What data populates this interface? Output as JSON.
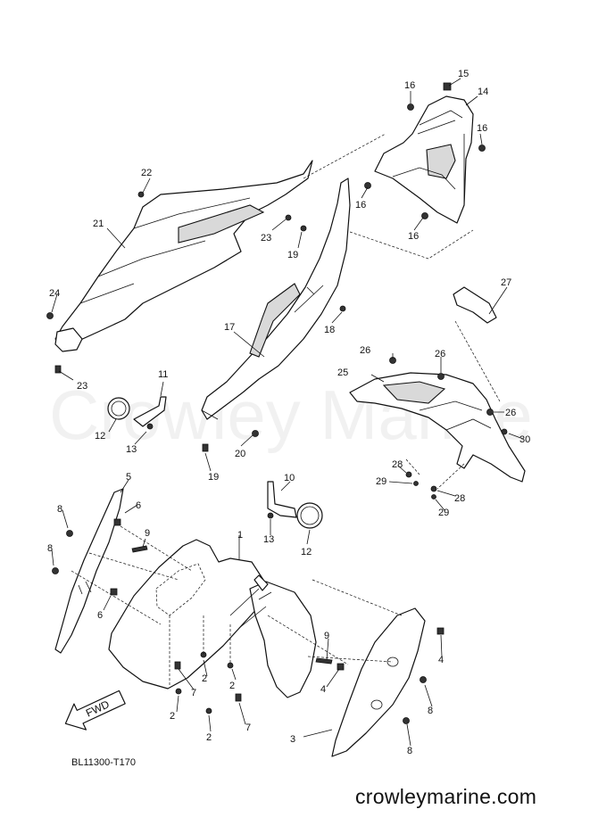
{
  "diagram_code": "BL11300-T170",
  "brand_url": "crowleymarine.com",
  "watermark_text": "Crowley Marine",
  "fwd_label": "FWD",
  "callouts": [
    {
      "id": "c1",
      "label": "1"
    },
    {
      "id": "c2a",
      "label": "2"
    },
    {
      "id": "c2b",
      "label": "2"
    },
    {
      "id": "c2c",
      "label": "2"
    },
    {
      "id": "c2d",
      "label": "2"
    },
    {
      "id": "c3",
      "label": "3"
    },
    {
      "id": "c4a",
      "label": "4"
    },
    {
      "id": "c4b",
      "label": "4"
    },
    {
      "id": "c5",
      "label": "5"
    },
    {
      "id": "c6a",
      "label": "6"
    },
    {
      "id": "c6b",
      "label": "6"
    },
    {
      "id": "c7a",
      "label": "7"
    },
    {
      "id": "c7b",
      "label": "7"
    },
    {
      "id": "c8a",
      "label": "8"
    },
    {
      "id": "c8b",
      "label": "8"
    },
    {
      "id": "c8c",
      "label": "8"
    },
    {
      "id": "c8d",
      "label": "8"
    },
    {
      "id": "c9a",
      "label": "9"
    },
    {
      "id": "c9b",
      "label": "9"
    },
    {
      "id": "c10",
      "label": "10"
    },
    {
      "id": "c11",
      "label": "11"
    },
    {
      "id": "c12a",
      "label": "12"
    },
    {
      "id": "c12b",
      "label": "12"
    },
    {
      "id": "c13a",
      "label": "13"
    },
    {
      "id": "c13b",
      "label": "13"
    },
    {
      "id": "c14",
      "label": "14"
    },
    {
      "id": "c15",
      "label": "15"
    },
    {
      "id": "c16a",
      "label": "16"
    },
    {
      "id": "c16b",
      "label": "16"
    },
    {
      "id": "c16c",
      "label": "16"
    },
    {
      "id": "c16d",
      "label": "16"
    },
    {
      "id": "c17",
      "label": "17"
    },
    {
      "id": "c18",
      "label": "18"
    },
    {
      "id": "c19a",
      "label": "19"
    },
    {
      "id": "c19b",
      "label": "19"
    },
    {
      "id": "c20",
      "label": "20"
    },
    {
      "id": "c21",
      "label": "21"
    },
    {
      "id": "c22",
      "label": "22"
    },
    {
      "id": "c23a",
      "label": "23"
    },
    {
      "id": "c23b",
      "label": "23"
    },
    {
      "id": "c24",
      "label": "24"
    },
    {
      "id": "c25",
      "label": "25"
    },
    {
      "id": "c26a",
      "label": "26"
    },
    {
      "id": "c26b",
      "label": "26"
    },
    {
      "id": "c26c",
      "label": "26"
    },
    {
      "id": "c27",
      "label": "27"
    },
    {
      "id": "c28a",
      "label": "28"
    },
    {
      "id": "c28b",
      "label": "28"
    },
    {
      "id": "c29a",
      "label": "29"
    },
    {
      "id": "c29b",
      "label": "29"
    },
    {
      "id": "c30",
      "label": "30"
    }
  ]
}
